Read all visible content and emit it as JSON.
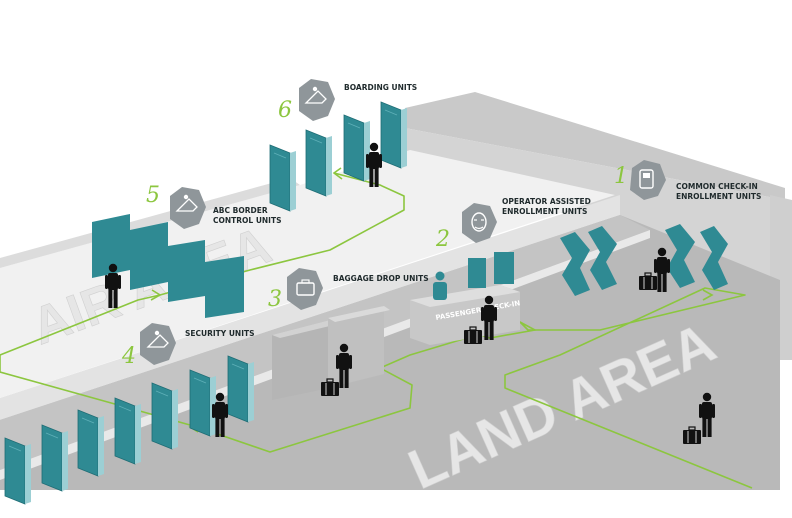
{
  "labels": {
    "air_area": "AIR AREA",
    "land_area": "LAND AREA",
    "passenger_checkin": "PASSENGER CHECK-IN"
  },
  "units": [
    {
      "number": "1",
      "line1": "COMMON CHECK-IN",
      "line2": "ENROLLMENT UNITS",
      "icon": "checkin-kiosk-icon"
    },
    {
      "number": "2",
      "line1": "OPERATOR ASSISTED",
      "line2": "ENROLLMENT UNITS",
      "icon": "operator-face-icon"
    },
    {
      "number": "3",
      "line1": "BAGGAGE DROP UNITS",
      "line2": "",
      "icon": "suitcase-icon"
    },
    {
      "number": "4",
      "line1": "SECURITY UNITS",
      "line2": "",
      "icon": "security-scan-icon"
    },
    {
      "number": "5",
      "line1": "ABC BORDER",
      "line2": "CONTROL UNITS",
      "icon": "border-scan-icon"
    },
    {
      "number": "6",
      "line1": "BOARDING UNITS",
      "line2": "",
      "icon": "boarding-scan-icon"
    }
  ],
  "colors": {
    "gate_teal": "#2f8a93",
    "path_green": "#8cc63f",
    "floor_gray": "#b9b9b9",
    "wall_gray": "#d6d6d6",
    "badge_gray": "#8f969a",
    "figure": "#111111"
  }
}
